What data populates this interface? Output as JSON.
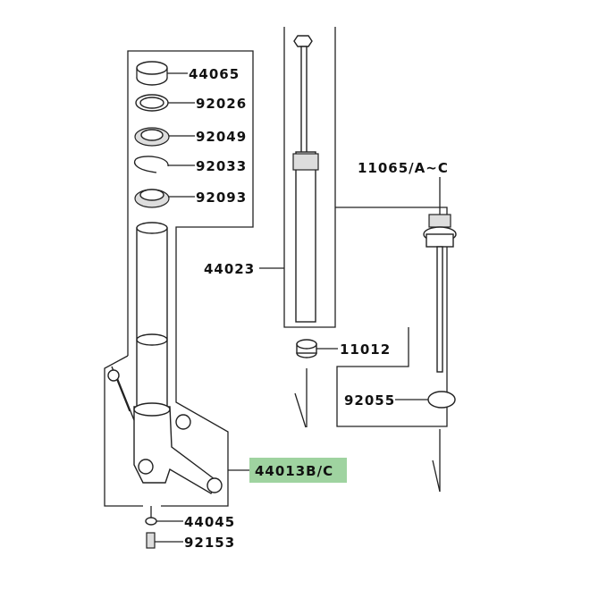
{
  "parts": {
    "p44065": "44065",
    "p92026": "92026",
    "p92049": "92049",
    "p92033": "92033",
    "p92093": "92093",
    "p44023": "44023",
    "p11065": "11065/A~C",
    "p11012": "11012",
    "p92055": "92055",
    "p44013": "44013B/C",
    "p44045": "44045",
    "p92153": "92153"
  },
  "highlight_color": "#9fd3a0"
}
